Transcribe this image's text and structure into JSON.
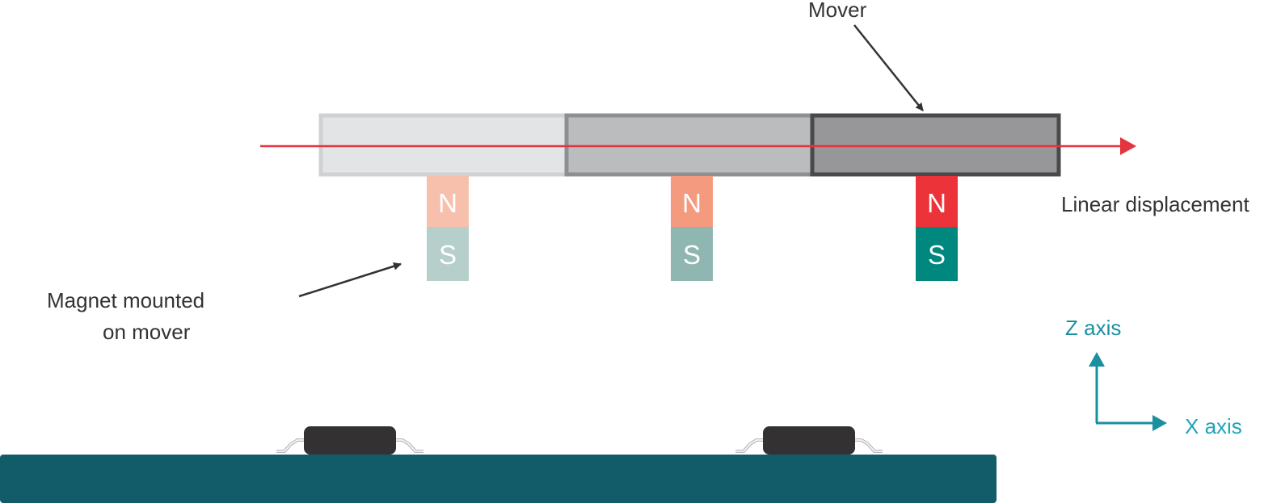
{
  "labels": {
    "mover": "Mover",
    "linear_displacement": "Linear displacement",
    "magnet_line1": "Magnet mounted",
    "magnet_line2": "on mover",
    "z_axis": "Z axis",
    "x_axis": "X axis"
  },
  "magnets": [
    {
      "north": "N",
      "south": "S",
      "north_color": "#f7c0ac",
      "south_color": "#b6cfcb"
    },
    {
      "north": "N",
      "south": "S",
      "north_color": "#f49a7f",
      "south_color": "#8fb6b1"
    },
    {
      "north": "N",
      "south": "S",
      "north_color": "#ec3339",
      "south_color": "#00877e"
    }
  ],
  "colors": {
    "displacement_arrow": "#e4343f",
    "axis": "#1a8fa0",
    "pcb": "#125c69",
    "sensor": "#333132",
    "pointer_arrow": "#333333",
    "mover_segments": [
      "#e3e4e5",
      "#bbbcbd",
      "#97979a"
    ],
    "mover_borders": [
      "#d0d1d3",
      "#8e8f92",
      "#4a4a4c"
    ]
  }
}
